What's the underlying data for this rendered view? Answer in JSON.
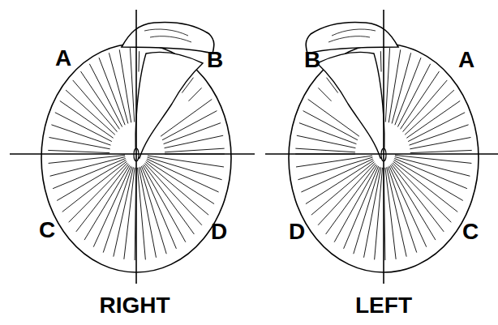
{
  "diagram": {
    "labels": [
      "A",
      "B",
      "B",
      "A",
      "C",
      "D",
      "D",
      "C",
      "RIGHT",
      "LEFT"
    ]
  }
}
